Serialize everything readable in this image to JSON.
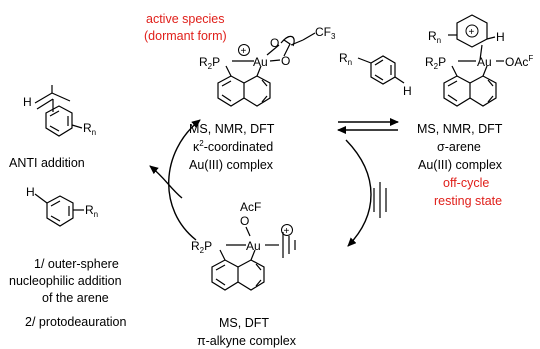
{
  "top_center": {
    "title_line1": "active species",
    "title_line2": "(dormant form)",
    "cf3": "CF",
    "cf3_sub": "3",
    "r2p": "R",
    "r2p_sub": "2",
    "p": "P",
    "au": "Au",
    "o1": "O",
    "o2": "O",
    "plus": "+",
    "desc_line1": "MS, NMR, DFT",
    "desc_line2_kappa": "κ",
    "desc_line2_sup": "2",
    "desc_line2_rest": "-coordinated",
    "desc_line3": "Au(III) complex"
  },
  "top_right": {
    "rn": "R",
    "rn_sub": "n",
    "h": "H",
    "r2p": "R",
    "r2p_sub": "2",
    "p": "P",
    "au": "Au",
    "oac": "OAc",
    "oac_sup": "F",
    "plus": "+",
    "desc_line1": "MS, NMR, DFT",
    "desc_line2": "σ-arene",
    "desc_line3": "Au(III) complex",
    "red_line1": "off-cycle",
    "red_line2": "resting state"
  },
  "arene_reagent": {
    "rn": "R",
    "rn_sub": "n",
    "h": "H"
  },
  "bottom_center": {
    "acf": "AcF",
    "acf_o": "O",
    "r2p": "R",
    "r2p_sub": "2",
    "p": "P",
    "au": "Au",
    "plus": "+",
    "desc_line1": "MS, DFT",
    "desc_line2": "π-alkyne complex"
  },
  "left": {
    "h": "H",
    "rn": "R",
    "rn_sub": "n",
    "anti": "ANTI addition",
    "h2": "H",
    "rn2": "R",
    "rn2_sub": "n",
    "step1_line1": "1/ outer-sphere",
    "step1_line2": "nucleophilic addition",
    "step1_line3": "of the arene",
    "step2": "2/ protodeauration"
  }
}
